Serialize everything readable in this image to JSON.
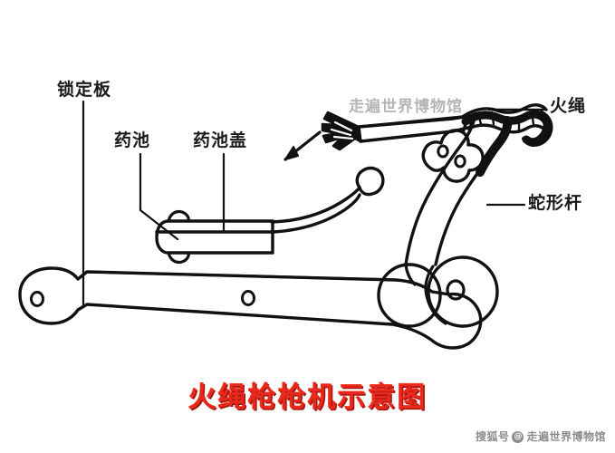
{
  "document": {
    "kind": "technical-diagram",
    "title": "火绳枪枪机示意图",
    "background_color": "#ffffff",
    "line_color": "#111111",
    "title_color": "#e8281c",
    "title_shadow_color": "#a3160f"
  },
  "labels": {
    "lock_plate": "锁定板",
    "pan": "药池",
    "pan_cover": "药池盖",
    "match_cord": "火绳",
    "serpentine": "蛇形杆"
  },
  "parts": [
    {
      "id": "lock-plate",
      "label": "锁定板",
      "leader": "vertical-down"
    },
    {
      "id": "pan",
      "label": "药池",
      "leader": "elbow-down-right"
    },
    {
      "id": "pan-cover",
      "label": "药池盖",
      "leader": "vertical-down"
    },
    {
      "id": "match-cord",
      "label": "火绳",
      "leader": "horizontal-left"
    },
    {
      "id": "serpentine",
      "label": "蛇形杆",
      "leader": "horizontal-left"
    }
  ],
  "annotations": {
    "motion_arrow": "arrow pointing down-left toward pan cover"
  },
  "watermark": {
    "overlay_text": "走遍世界博物馆",
    "footer_prefix": "搜狐号",
    "footer_logo": "@",
    "footer_name": "走遍世界博物馆"
  }
}
